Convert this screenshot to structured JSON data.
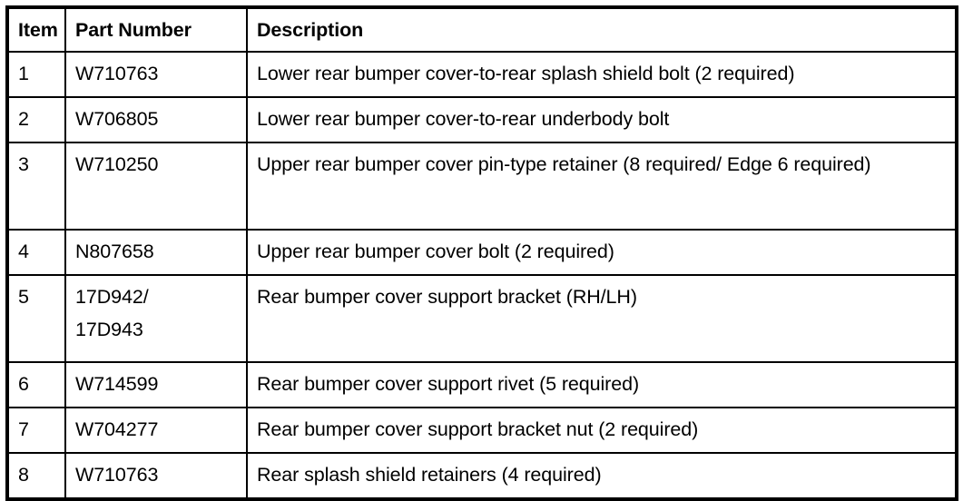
{
  "table": {
    "name": "rear-bumper-cover-parts-list",
    "columns": [
      {
        "key": "item",
        "label": "Item"
      },
      {
        "key": "part_number",
        "label": "Part Number"
      },
      {
        "key": "description",
        "label": "Description"
      }
    ],
    "rows": [
      {
        "item": "1",
        "part_number": "W710763",
        "part_number_lines": [
          "W710763"
        ],
        "description": "Lower rear bumper cover-to-rear splash shield bolt (2 required)"
      },
      {
        "item": "2",
        "part_number": "W706805",
        "part_number_lines": [
          "W706805"
        ],
        "description": "Lower rear bumper cover-to-rear underbody bolt"
      },
      {
        "item": "3",
        "part_number": "W710250",
        "part_number_lines": [
          "W710250"
        ],
        "description": "Upper rear bumper cover pin-type retainer (8 required/ Edge 6 required)"
      },
      {
        "item": "4",
        "part_number": "N807658",
        "part_number_lines": [
          "N807658"
        ],
        "description": "Upper rear bumper cover bolt (2 required)"
      },
      {
        "item": "5",
        "part_number": "17D942/ 17D943",
        "part_number_lines": [
          "17D942/",
          "17D943"
        ],
        "description": "Rear bumper cover support bracket (RH/LH)"
      },
      {
        "item": "6",
        "part_number": "W714599",
        "part_number_lines": [
          "W714599"
        ],
        "description": "Rear bumper cover support rivet (5 required)"
      },
      {
        "item": "7",
        "part_number": "W704277",
        "part_number_lines": [
          "W704277"
        ],
        "description": "Rear bumper cover support bracket nut (2 required)"
      },
      {
        "item": "8",
        "part_number": "W710763",
        "part_number_lines": [
          "W710763"
        ],
        "description": "Rear splash shield retainers (4 required)"
      }
    ]
  },
  "colors": {
    "rule": "#000000",
    "background": "#ffffff",
    "text": "#000000"
  }
}
